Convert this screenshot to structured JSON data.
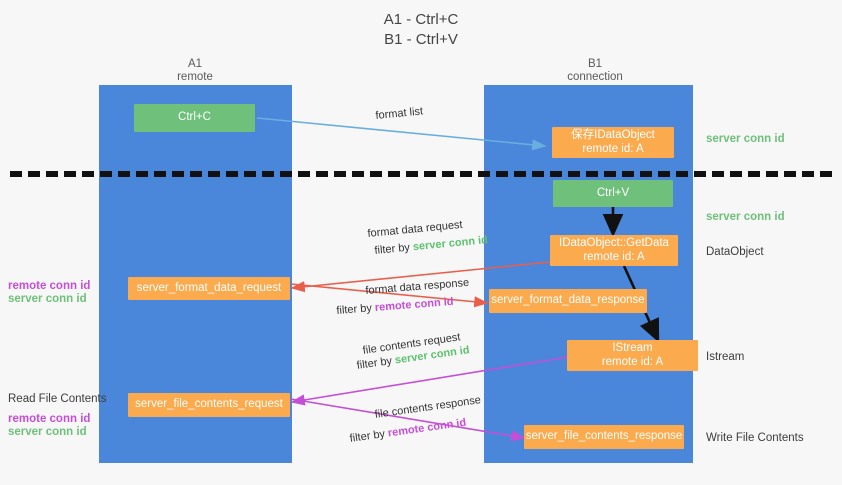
{
  "title": {
    "line1": "A1 - Ctrl+C",
    "line2": "B1 - Ctrl+V"
  },
  "colors": {
    "lane": "#4a86d9",
    "orange": "#fbaa4e",
    "green": "#6ec07a",
    "server_conn_id": "#5ec16f",
    "remote_conn_id": "#c44fd6",
    "background": "#f7f7f7",
    "arrow_blue": "#6aaee0",
    "arrow_red": "#e8604c",
    "arrow_black": "#111111",
    "arrow_magenta": "#c44fd6"
  },
  "lanes": [
    {
      "id": "a1",
      "title": "A1",
      "subtitle": "remote"
    },
    {
      "id": "b1",
      "title": "B1",
      "subtitle": "connection"
    }
  ],
  "nodes": [
    {
      "id": "ctrl-c",
      "lane": "a1",
      "style": "green",
      "line1": "Ctrl+C",
      "line2": ""
    },
    {
      "id": "save-idataobject",
      "lane": "b1",
      "style": "orange",
      "line1": "保存IDataObject",
      "line2": "remote id: A"
    },
    {
      "id": "ctrl-v",
      "lane": "b1",
      "style": "green",
      "line1": "Ctrl+V",
      "line2": ""
    },
    {
      "id": "idataobject-getdata",
      "lane": "b1",
      "style": "orange",
      "line1": "IDataObject::GetData",
      "line2": "remote id: A"
    },
    {
      "id": "server-format-data-request",
      "lane": "a1",
      "style": "orange",
      "line1": "server_format_data_request",
      "line2": ""
    },
    {
      "id": "server-format-data-response",
      "lane": "b1",
      "style": "orange",
      "line1": "server_format_data_response",
      "line2": ""
    },
    {
      "id": "istream",
      "lane": "b1",
      "style": "orange",
      "line1": "IStream",
      "line2": "remote id: A"
    },
    {
      "id": "server-file-contents-request",
      "lane": "a1",
      "style": "orange",
      "line1": "server_file_contents_request",
      "line2": ""
    },
    {
      "id": "server-file-contents-response",
      "lane": "b1",
      "style": "orange",
      "line1": "server_file_contents_response",
      "line2": ""
    }
  ],
  "right_labels": [
    {
      "id": "server-conn-id-1",
      "text": "server conn id",
      "kind": "green"
    },
    {
      "id": "server-conn-id-2",
      "text": "server conn id",
      "kind": "green"
    },
    {
      "id": "dataobject",
      "text": "DataObject",
      "kind": "plain"
    },
    {
      "id": "istream",
      "text": "Istream",
      "kind": "plain"
    },
    {
      "id": "write-file-contents",
      "text": "Write File Contents",
      "kind": "plain"
    }
  ],
  "left_labels": [
    {
      "id": "remote-conn-id-1",
      "text": "remote conn id",
      "kind": "purple"
    },
    {
      "id": "server-conn-id-left-1",
      "text": "server conn id",
      "kind": "green"
    },
    {
      "id": "read-file-contents",
      "text": "Read File Contents",
      "kind": "plain"
    },
    {
      "id": "remote-conn-id-2",
      "text": "remote conn id",
      "kind": "purple"
    },
    {
      "id": "server-conn-id-left-2",
      "text": "server conn id",
      "kind": "green"
    }
  ],
  "edges": [
    {
      "id": "format-list",
      "label": "format list",
      "filter_prefix": "",
      "filter_token": "",
      "filter_kind": "",
      "color": "#6aaee0"
    },
    {
      "id": "format-data-request",
      "label": "format data request",
      "filter_prefix": "filter by ",
      "filter_token": "server conn id",
      "filter_kind": "green",
      "color": "#e8604c"
    },
    {
      "id": "format-data-response",
      "label": "format data response",
      "filter_prefix": "filter by ",
      "filter_token": "remote conn id",
      "filter_kind": "purple",
      "color": "#e8604c"
    },
    {
      "id": "file-contents-request",
      "label": "file contents request",
      "filter_prefix": "filter by ",
      "filter_token": "server conn id",
      "filter_kind": "green",
      "color": "#c44fd6"
    },
    {
      "id": "file-contents-response",
      "label": "file contents response",
      "filter_prefix": "filter by ",
      "filter_token": "remote conn id",
      "filter_kind": "purple",
      "color": "#c44fd6"
    }
  ]
}
